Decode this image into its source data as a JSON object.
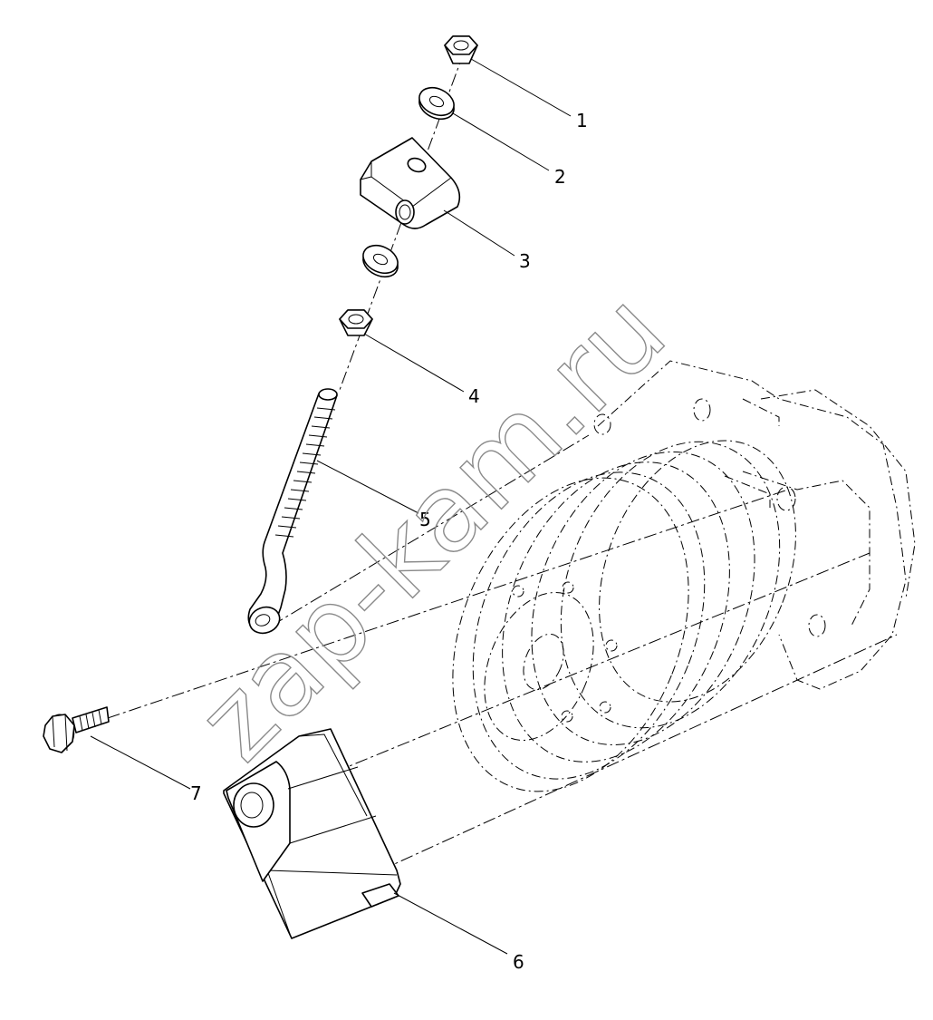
{
  "watermark": "zap-kam.ru",
  "callouts": [
    "1",
    "2",
    "3",
    "4",
    "5",
    "6",
    "7"
  ],
  "parts": [
    "nut",
    "washer",
    "bracket",
    "washer",
    "nut",
    "threaded-rod",
    "tensioner-housing",
    "flange-bolt"
  ]
}
